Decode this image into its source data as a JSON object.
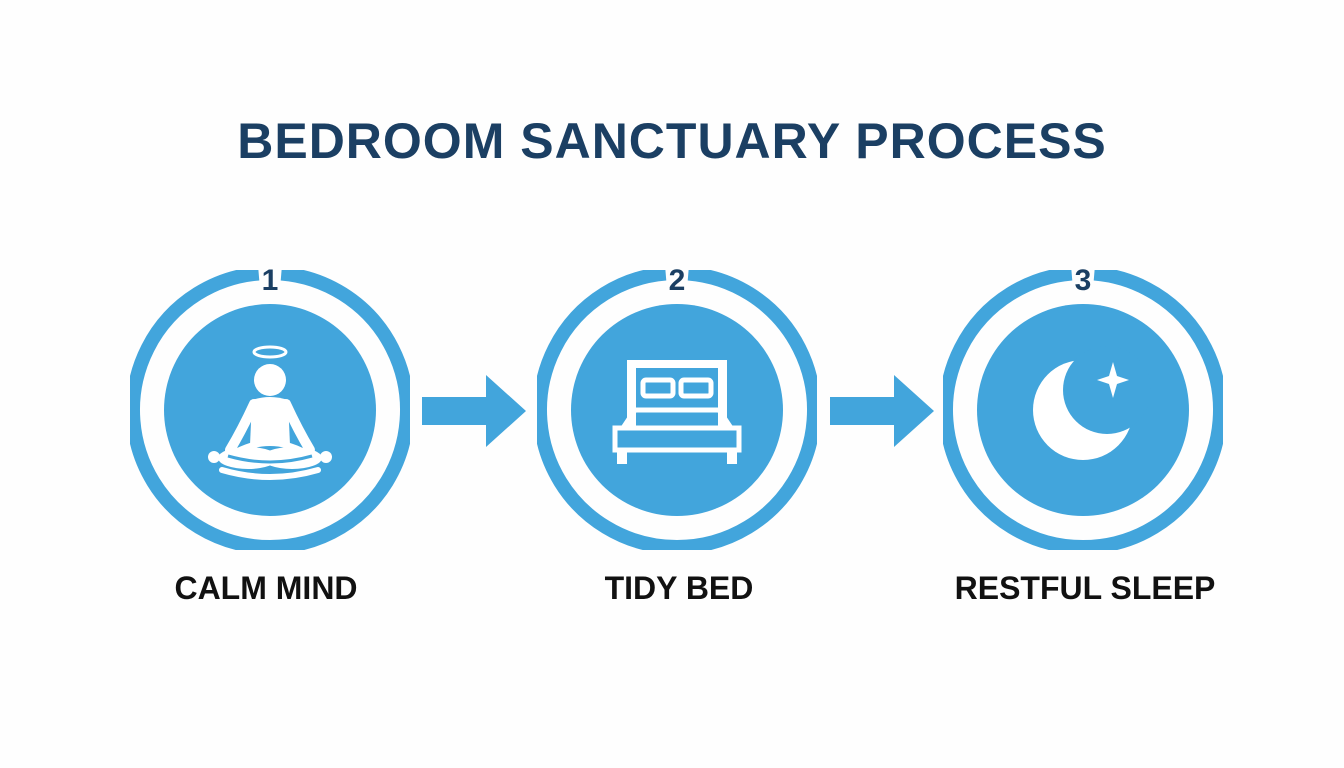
{
  "title": "BEDROOM SANCTUARY PROCESS",
  "colors": {
    "accent": "#42a5dc",
    "title": "#1b3f63",
    "label": "#111111",
    "icon": "#ffffff"
  },
  "steps": [
    {
      "number": "1",
      "label": "CALM MIND",
      "icon": "meditation-icon"
    },
    {
      "number": "2",
      "label": "TIDY BED",
      "icon": "bed-icon"
    },
    {
      "number": "3",
      "label": "RESTFUL SLEEP",
      "icon": "moon-star-icon"
    }
  ]
}
